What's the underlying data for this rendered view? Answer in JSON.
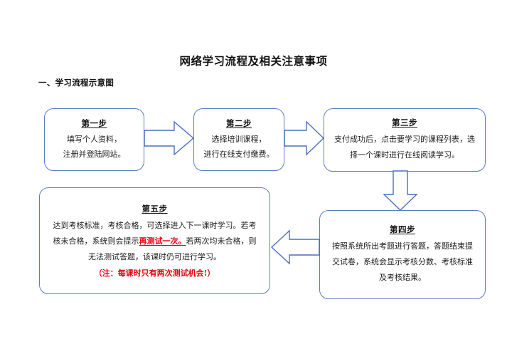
{
  "document": {
    "title": "网络学习流程及相关注意事项",
    "section_title": "一、学习流程示意图"
  },
  "colors": {
    "box_border": "#5b7cc4",
    "arrow_stroke": "#4a6fc0",
    "emphasis_red": "#e8000b",
    "text": "#1a1a1a",
    "background": "#ffffff"
  },
  "flowchart": {
    "boxes": [
      {
        "id": "step-1",
        "title": "第一步",
        "lines": [
          "填写个人资料，",
          "注册并登陆网站。"
        ]
      },
      {
        "id": "step-2",
        "title": "第二步",
        "lines": [
          "选择培训课程，",
          "进行在线支付缴费。"
        ]
      },
      {
        "id": "step-3",
        "title": "第三步",
        "lines": [
          "支付成功后，点击要学习的课程列表，选",
          "择一个课时进行在线阅读学习。"
        ]
      },
      {
        "id": "step-4",
        "title": "第四步",
        "lines": [
          "按照系统所出考题进行答题，答题结束提",
          "交试卷，系统会显示考核分数、考核标准",
          "及考核结果。"
        ]
      },
      {
        "id": "step-5",
        "title": "第五步",
        "lines": [
          "达到考核标准，考核合格，可选择进入下一课时学习。若考",
          "无法测试答题，该课时仍可进行学习。"
        ],
        "mixed_line": {
          "before": "核未合格，系统则会提示",
          "emphasis": "再测试一次。",
          "after": "若两次均未合格，则"
        },
        "note": "（注：每课时只有两次测试机会!）"
      }
    ],
    "arrows": [
      {
        "id": "arrow-step1-step2",
        "direction": "right",
        "from": "step-1",
        "to": "step-2"
      },
      {
        "id": "arrow-step2-step3",
        "direction": "right",
        "from": "step-2",
        "to": "step-3"
      },
      {
        "id": "arrow-step3-step4",
        "direction": "down",
        "from": "step-3",
        "to": "step-4"
      },
      {
        "id": "arrow-step4-step5",
        "direction": "left",
        "from": "step-4",
        "to": "step-5"
      }
    ]
  }
}
